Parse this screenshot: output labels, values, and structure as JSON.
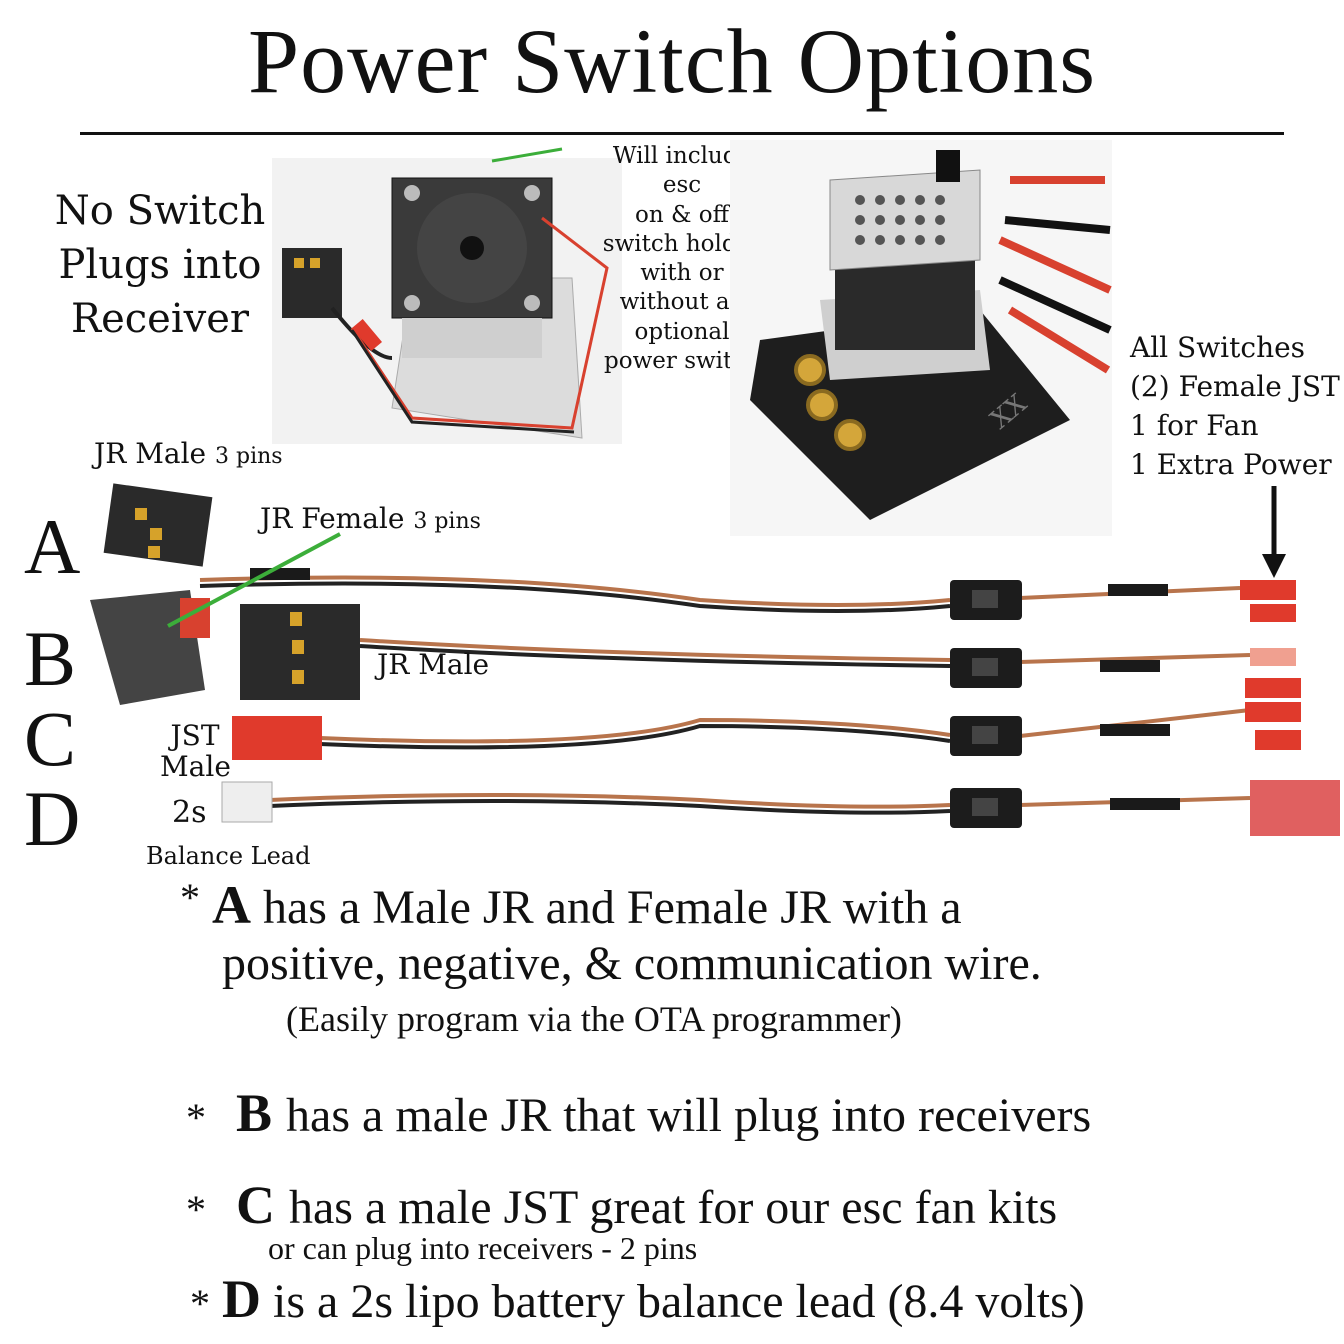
{
  "title": "Power Switch Options",
  "photo_left": {
    "label_lines": [
      "No Switch",
      "Plugs into",
      "Receiver"
    ],
    "callout_lines": [
      "Will include esc",
      "on & off",
      "switch holder",
      "with or",
      "without an",
      "optional",
      "power switch"
    ]
  },
  "photo_right": {
    "esc_logo": "XX"
  },
  "switches_note": [
    "All Switches",
    "(2) Female JST",
    "1 for Fan",
    "1 Extra Power"
  ],
  "connectors": {
    "jr_male_label": "JR Male",
    "jr_male_pins": "3 pins",
    "jr_female_label": "JR Female",
    "jr_female_pins": "3 pins",
    "jr_male_b_label": "JR Male",
    "jst_label_1": "JST",
    "jst_label_2": "Male",
    "twos_label": "2s",
    "balance_label": "Balance Lead"
  },
  "rows": [
    {
      "letter": "A"
    },
    {
      "letter": "B"
    },
    {
      "letter": "C"
    },
    {
      "letter": "D"
    }
  ],
  "notes": {
    "a_star": "*",
    "a_letter": "A",
    "a_line1": " has a Male JR and Female JR with a",
    "a_line2": "positive, negative, & communication wire.",
    "a_line3": "(Easily program via the OTA programmer)",
    "b_star": "*",
    "b_letter": "B",
    "b_text": "has a male JR that will plug into receivers",
    "c_star": "*",
    "c_letter": "C",
    "c_text": "has a male JST  great for our esc fan kits",
    "c_sub": "or can plug into receivers - 2 pins",
    "d_star": "*",
    "d_letter": "D",
    "d_text": " is a 2s lipo battery balance lead (8.4 volts)"
  },
  "colors": {
    "wire_red": "#d8412f",
    "wire_copper": "#b8744c",
    "connector_black": "#2a2a2a",
    "jst_red": "#e03a2c",
    "callout_green": "#3cae3a",
    "heatshrink": "#1a1a1a"
  }
}
